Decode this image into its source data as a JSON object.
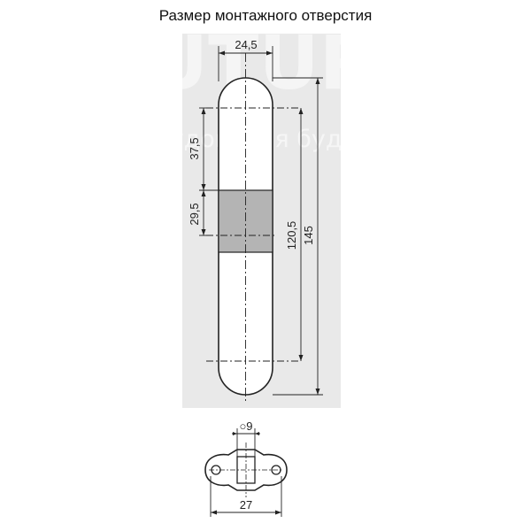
{
  "title": "Размер монтажного отверстия",
  "watermark": {
    "brand": "FUTURA",
    "tagline": "оборудования будущего"
  },
  "dimensions": {
    "width_top": "24,5",
    "top_segment": "37,5",
    "middle_segment": "29,5",
    "hole_center_distance": "120,5",
    "total_length": "145",
    "hole_diameter": "○9",
    "plate_width": "27"
  },
  "colors": {
    "panel_background": "#e9e9e9",
    "slot_fill": "#ffffff",
    "middle_block": "#b4b4b4",
    "line": "#222222",
    "watermark": "#ffffff"
  }
}
